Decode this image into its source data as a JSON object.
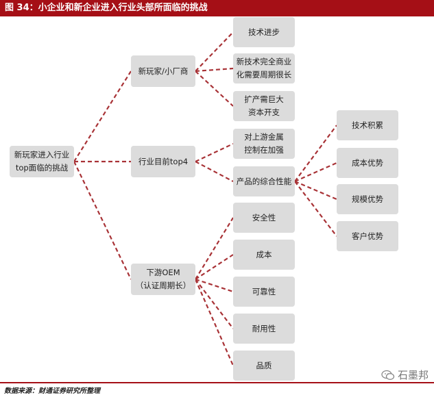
{
  "title": "图 34：小企业和新企业进入行业头部所面临的挑战",
  "root": {
    "line1": "新玩家进入行业",
    "line2": "top面临的挑战"
  },
  "branches": {
    "new_player": "新玩家/小厂商",
    "top4": "行业目前top4",
    "oem": {
      "line1": "下游OEM",
      "line2": "（认证周期长）"
    }
  },
  "new_player_children": {
    "tech_progress": "技术进步",
    "commercialize": {
      "line1": "新技术完全商业",
      "line2": "化需要周期很长"
    },
    "capacity": {
      "line1": "扩产需巨大",
      "line2": "资本开支"
    }
  },
  "top4_children": {
    "metal_control": {
      "line1": "对上游金属",
      "line2": "控制在加强"
    },
    "product_perf": "产品的综合性能"
  },
  "product_children": {
    "tech_accum": "技术积累",
    "cost_adv": "成本优势",
    "scale_adv": "规模优势",
    "customer_adv": "客户优势"
  },
  "oem_children": {
    "safety": "安全性",
    "cost": "成本",
    "reliability": "可靠性",
    "durability": "耐用性",
    "quality": "品质"
  },
  "footer": {
    "source": "数据来源：财通证券研究所整理",
    "watermark": "石墨邦"
  },
  "colors": {
    "title_bg": "#a50f16",
    "connector": "#a83236",
    "node_bg": "#dcdcdc"
  }
}
